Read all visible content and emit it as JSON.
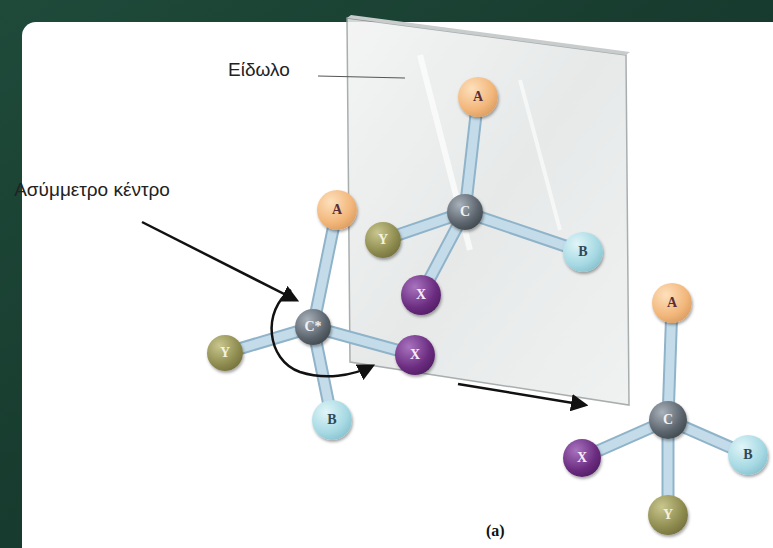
{
  "diagram": {
    "caption": "(a)",
    "nodes": [
      {
        "text": [
          "A"
        ]
      },
      {
        "text": [
          "Y"
        ]
      },
      {
        "text": [
          "C*"
        ]
      },
      {
        "text": [
          "X"
        ]
      },
      {
        "text": [
          "B"
        ]
      },
      {
        "text": [
          "A"
        ]
      },
      {
        "text": [
          "Y"
        ]
      },
      {
        "text": [
          "C"
        ]
      },
      {
        "text": [
          "B"
        ]
      },
      {
        "text": [
          "X"
        ]
      },
      {
        "text": [
          "A"
        ]
      },
      {
        "text": [
          "X"
        ]
      },
      {
        "text": [
          "C"
        ]
      },
      {
        "text": [
          "B"
        ]
      },
      {
        "text": [
          "Y"
        ]
      }
    ],
    "edges": [
      {
        "from": 2,
        "to": 0,
        "arrow": "none"
      },
      {
        "from": 2,
        "to": 1,
        "arrow": "none"
      },
      {
        "from": 2,
        "to": 3,
        "arrow": "none"
      },
      {
        "from": 2,
        "to": 4,
        "arrow": "none"
      },
      {
        "from": 7,
        "to": 5,
        "arrow": "none"
      },
      {
        "from": 7,
        "to": 6,
        "arrow": "none"
      },
      {
        "from": 7,
        "to": 8,
        "arrow": "none"
      },
      {
        "from": 7,
        "to": 9,
        "arrow": "none"
      },
      {
        "from": 12,
        "to": 10,
        "arrow": "none"
      },
      {
        "from": 12,
        "to": 11,
        "arrow": "none"
      },
      {
        "from": 12,
        "to": 13,
        "arrow": "none"
      },
      {
        "from": 12,
        "to": 14,
        "arrow": "none"
      }
    ],
    "labels": [
      "Είδωλο",
      "Ασύμμετρο κέντρο"
    ]
  }
}
